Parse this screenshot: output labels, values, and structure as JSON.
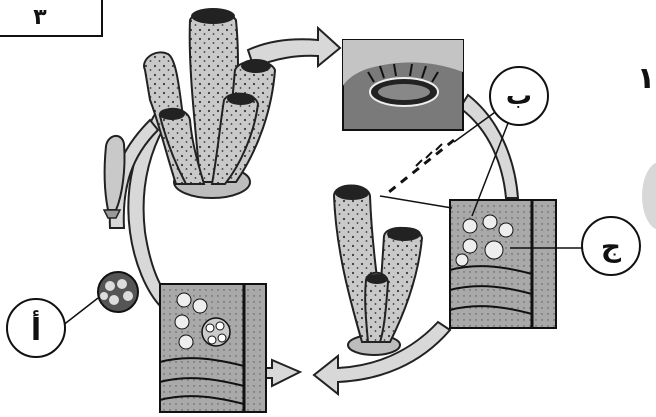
{
  "diagram": {
    "corner_box": {
      "text": "٣"
    },
    "right_edge_mark": {
      "text": "١"
    },
    "labels": [
      {
        "id": "alef",
        "text": "أ"
      },
      {
        "id": "ba",
        "text": "ب"
      },
      {
        "id": "jim",
        "text": "ج"
      }
    ]
  }
}
